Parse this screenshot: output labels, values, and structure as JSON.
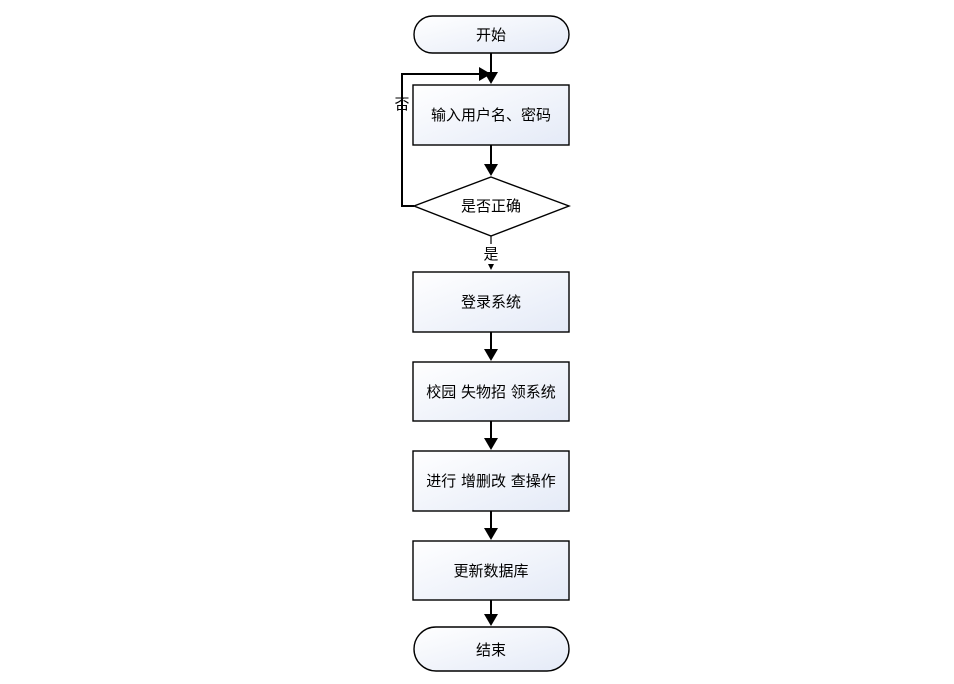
{
  "diagram": {
    "nodes": {
      "start": "开始",
      "input": "输入用户名、密码",
      "check": "是否正确",
      "login": "登录系统",
      "system": "校园 失物招 领系统",
      "crud": "进行 增删改 查操作",
      "update": "更新数据库",
      "end": "结束"
    },
    "edge_labels": {
      "no": "否",
      "yes": "是"
    }
  }
}
